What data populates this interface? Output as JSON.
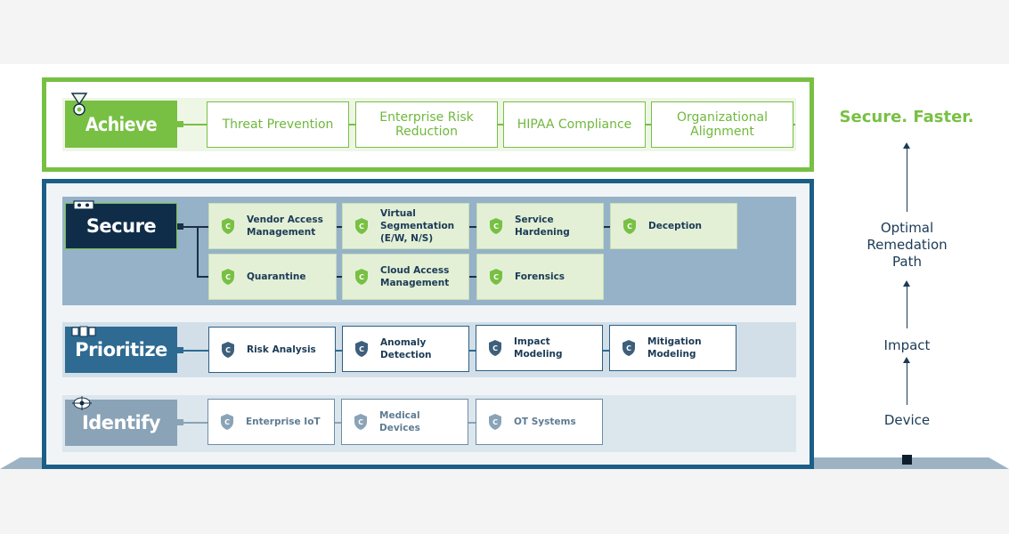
{
  "achieve": {
    "label": "Achieve",
    "outcomes": [
      "Threat Prevention",
      "Enterprise Risk\nReduction",
      "HIPAA Compliance",
      "Organizational\nAlignment"
    ]
  },
  "secure": {
    "label": "Secure",
    "row1": [
      "Vendor Access\nManagement",
      "Virtual\nSegmentation\n(E/W, N/S)",
      "Service\nHardening",
      "Deception"
    ],
    "row2": [
      "Quarantine",
      "Cloud Access\nManagement",
      "Forensics"
    ]
  },
  "prioritize": {
    "label": "Prioritize",
    "items": [
      "Risk Analysis",
      "Anomaly\nDetection",
      "Impact Modeling",
      "Mitigation\nModeling"
    ]
  },
  "identify": {
    "label": "Identify",
    "items": [
      "Enterprise IoT",
      "Medical Devices",
      "OT Systems"
    ]
  },
  "right": {
    "headline": "Secure. Faster.",
    "optimal": "Optimal\nRemedation\nPath",
    "impact": "Impact",
    "device": "Device"
  },
  "colors": {
    "green": "#78c043",
    "navy": "#1b5e87",
    "dark_navy": "#0f2d48",
    "text": "#1b3a55"
  },
  "icons": [
    "medal-icon",
    "shield-c-icon",
    "device-icon",
    "crosshair-icon"
  ]
}
